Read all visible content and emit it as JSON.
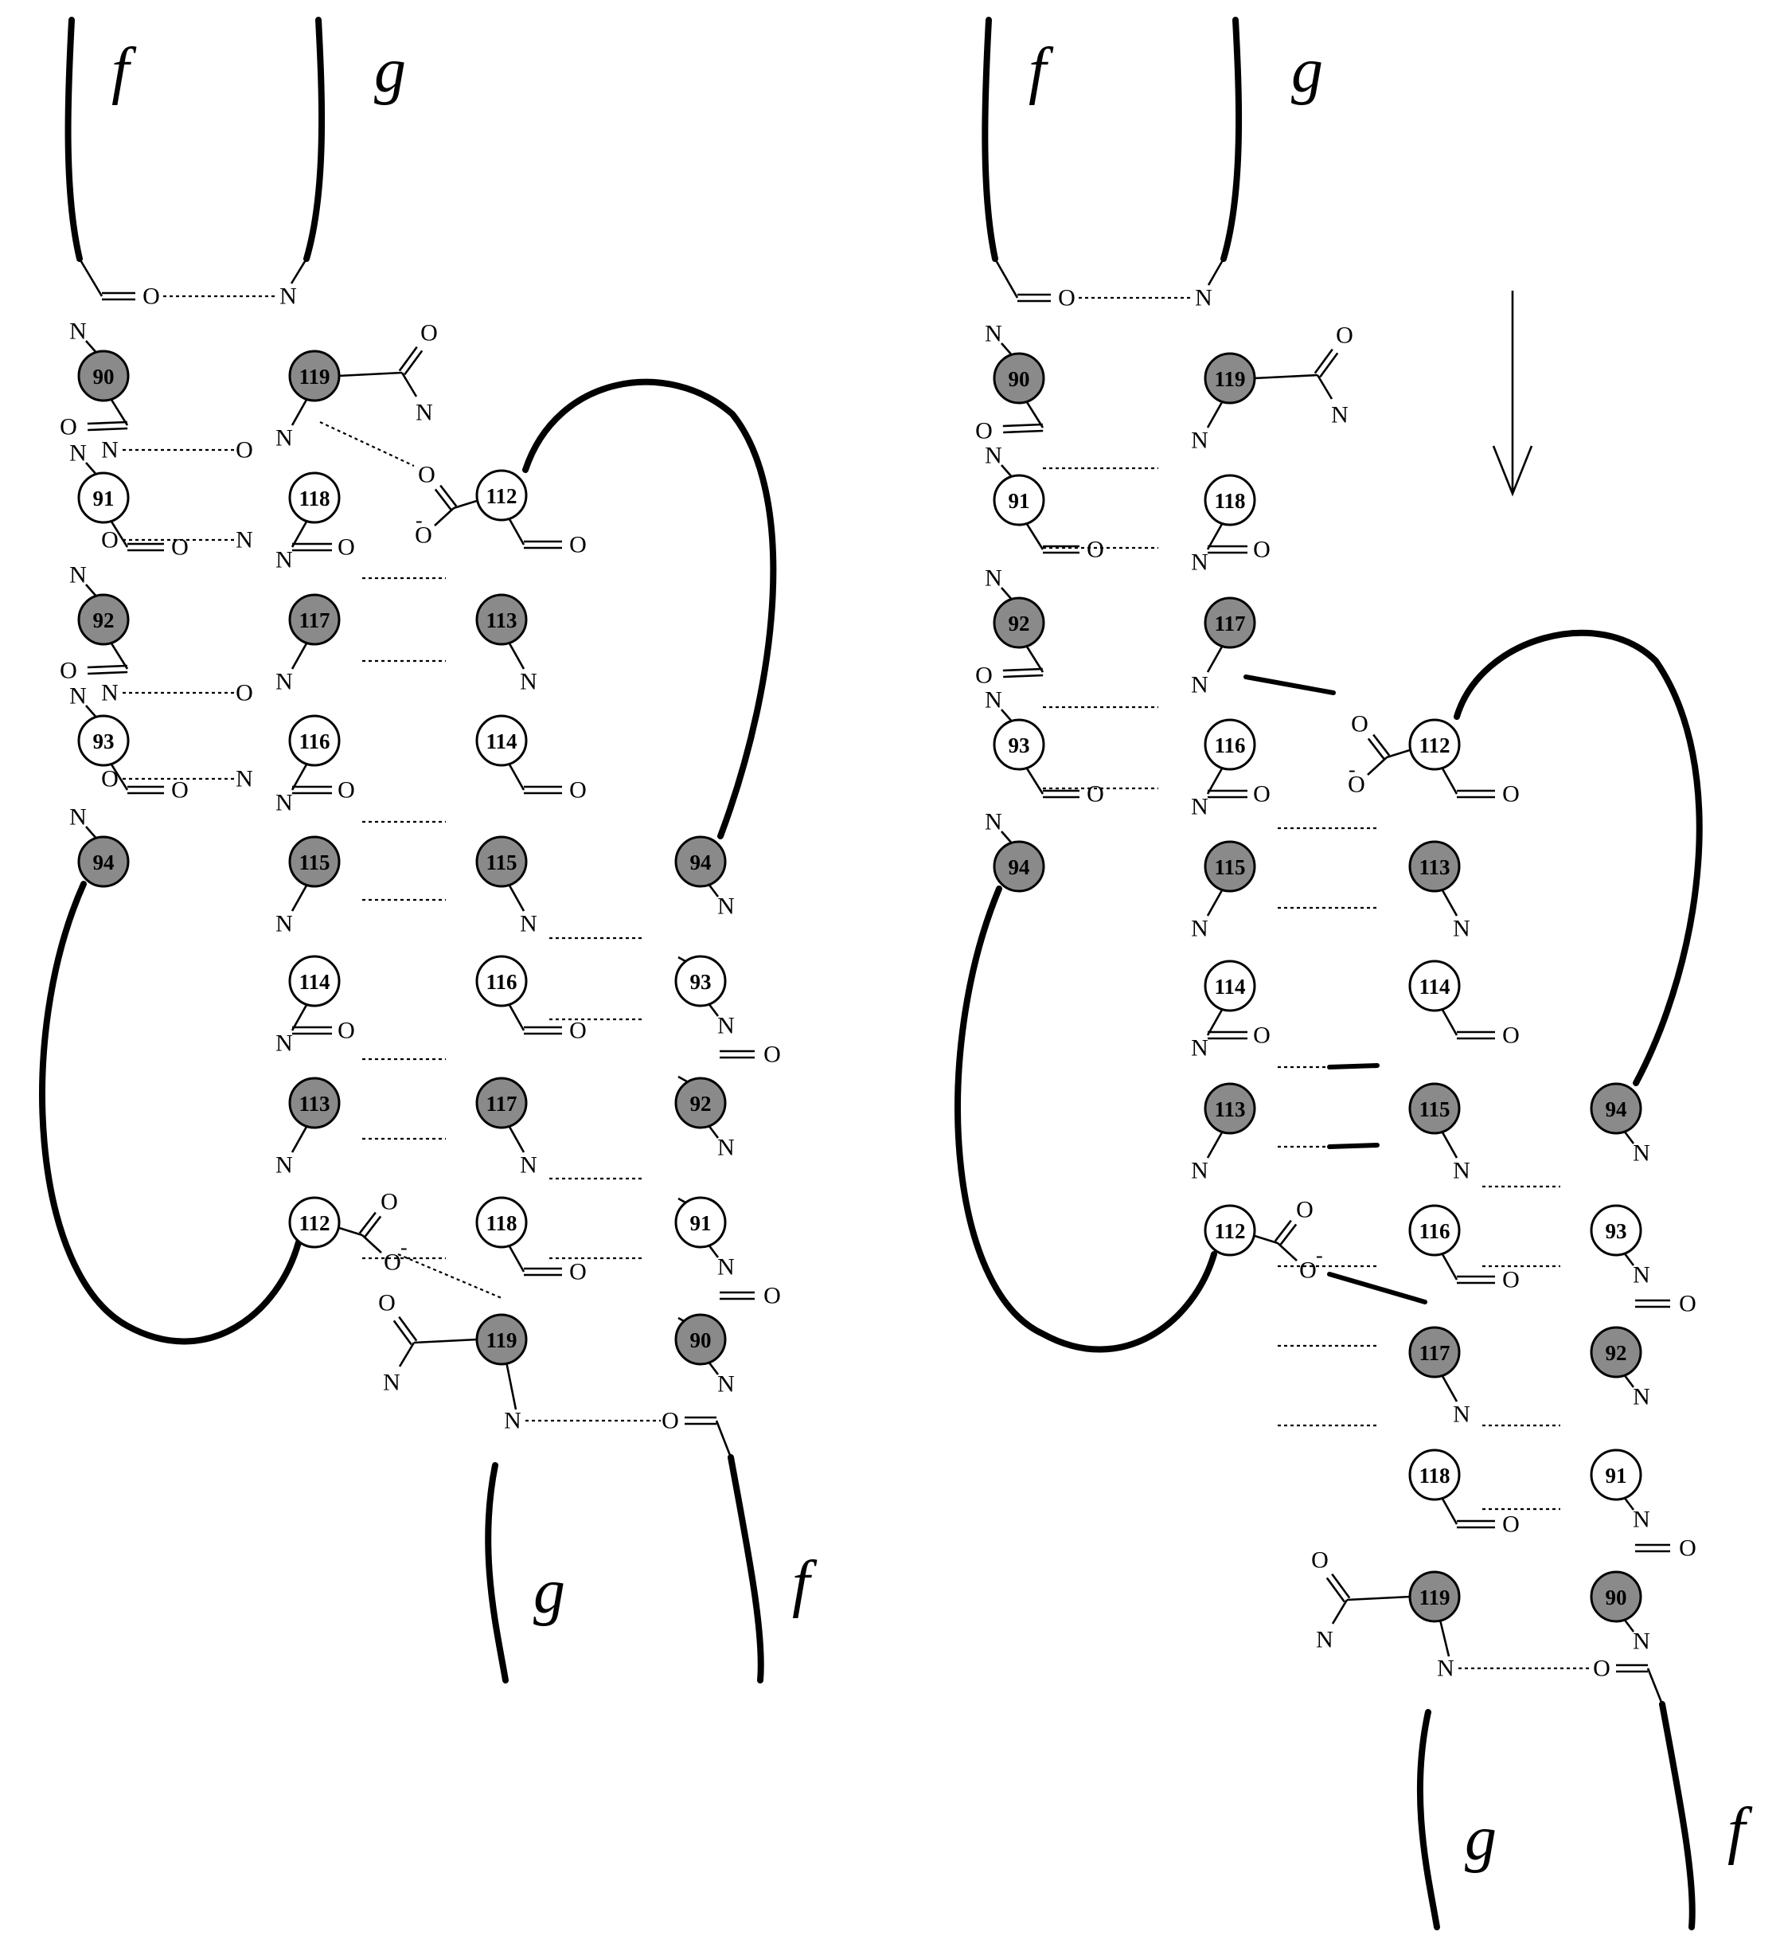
{
  "strand_labels": {
    "first": "f",
    "second": "g"
  },
  "atoms": {
    "nitrogen": "N",
    "oxygen": "O",
    "charge": "-"
  },
  "panels": [
    {
      "name": "left",
      "residues": [
        {
          "label": "90",
          "shaded": true
        },
        {
          "label": "91",
          "shaded": false
        },
        {
          "label": "92",
          "shaded": true
        },
        {
          "label": "93",
          "shaded": false
        },
        {
          "label": "94",
          "shaded": true
        },
        {
          "label": "119",
          "shaded": true
        },
        {
          "label": "118",
          "shaded": false
        },
        {
          "label": "117",
          "shaded": true
        },
        {
          "label": "116",
          "shaded": false
        },
        {
          "label": "115",
          "shaded": true
        },
        {
          "label": "114",
          "shaded": false
        },
        {
          "label": "113",
          "shaded": true
        },
        {
          "label": "112",
          "shaded": false
        },
        {
          "label": "112",
          "shaded": false
        },
        {
          "label": "113",
          "shaded": true
        },
        {
          "label": "114",
          "shaded": false
        },
        {
          "label": "115",
          "shaded": true
        },
        {
          "label": "116",
          "shaded": false
        },
        {
          "label": "117",
          "shaded": true
        },
        {
          "label": "118",
          "shaded": false
        },
        {
          "label": "119",
          "shaded": true
        },
        {
          "label": "94",
          "shaded": true
        },
        {
          "label": "93",
          "shaded": false
        },
        {
          "label": "92",
          "shaded": true
        },
        {
          "label": "91",
          "shaded": false
        },
        {
          "label": "90",
          "shaded": true
        }
      ]
    },
    {
      "name": "right",
      "residues": [
        {
          "label": "90",
          "shaded": true
        },
        {
          "label": "91",
          "shaded": false
        },
        {
          "label": "92",
          "shaded": true
        },
        {
          "label": "93",
          "shaded": false
        },
        {
          "label": "94",
          "shaded": true
        },
        {
          "label": "119",
          "shaded": true
        },
        {
          "label": "118",
          "shaded": false
        },
        {
          "label": "117",
          "shaded": true
        },
        {
          "label": "116",
          "shaded": false
        },
        {
          "label": "115",
          "shaded": true
        },
        {
          "label": "114",
          "shaded": false
        },
        {
          "label": "113",
          "shaded": true
        },
        {
          "label": "112",
          "shaded": false
        },
        {
          "label": "112",
          "shaded": false
        },
        {
          "label": "113",
          "shaded": true
        },
        {
          "label": "114",
          "shaded": false
        },
        {
          "label": "115",
          "shaded": true
        },
        {
          "label": "116",
          "shaded": false
        },
        {
          "label": "117",
          "shaded": true
        },
        {
          "label": "118",
          "shaded": false
        },
        {
          "label": "119",
          "shaded": true
        },
        {
          "label": "94",
          "shaded": true
        },
        {
          "label": "93",
          "shaded": false
        },
        {
          "label": "92",
          "shaded": true
        },
        {
          "label": "91",
          "shaded": false
        },
        {
          "label": "90",
          "shaded": true
        }
      ]
    }
  ]
}
